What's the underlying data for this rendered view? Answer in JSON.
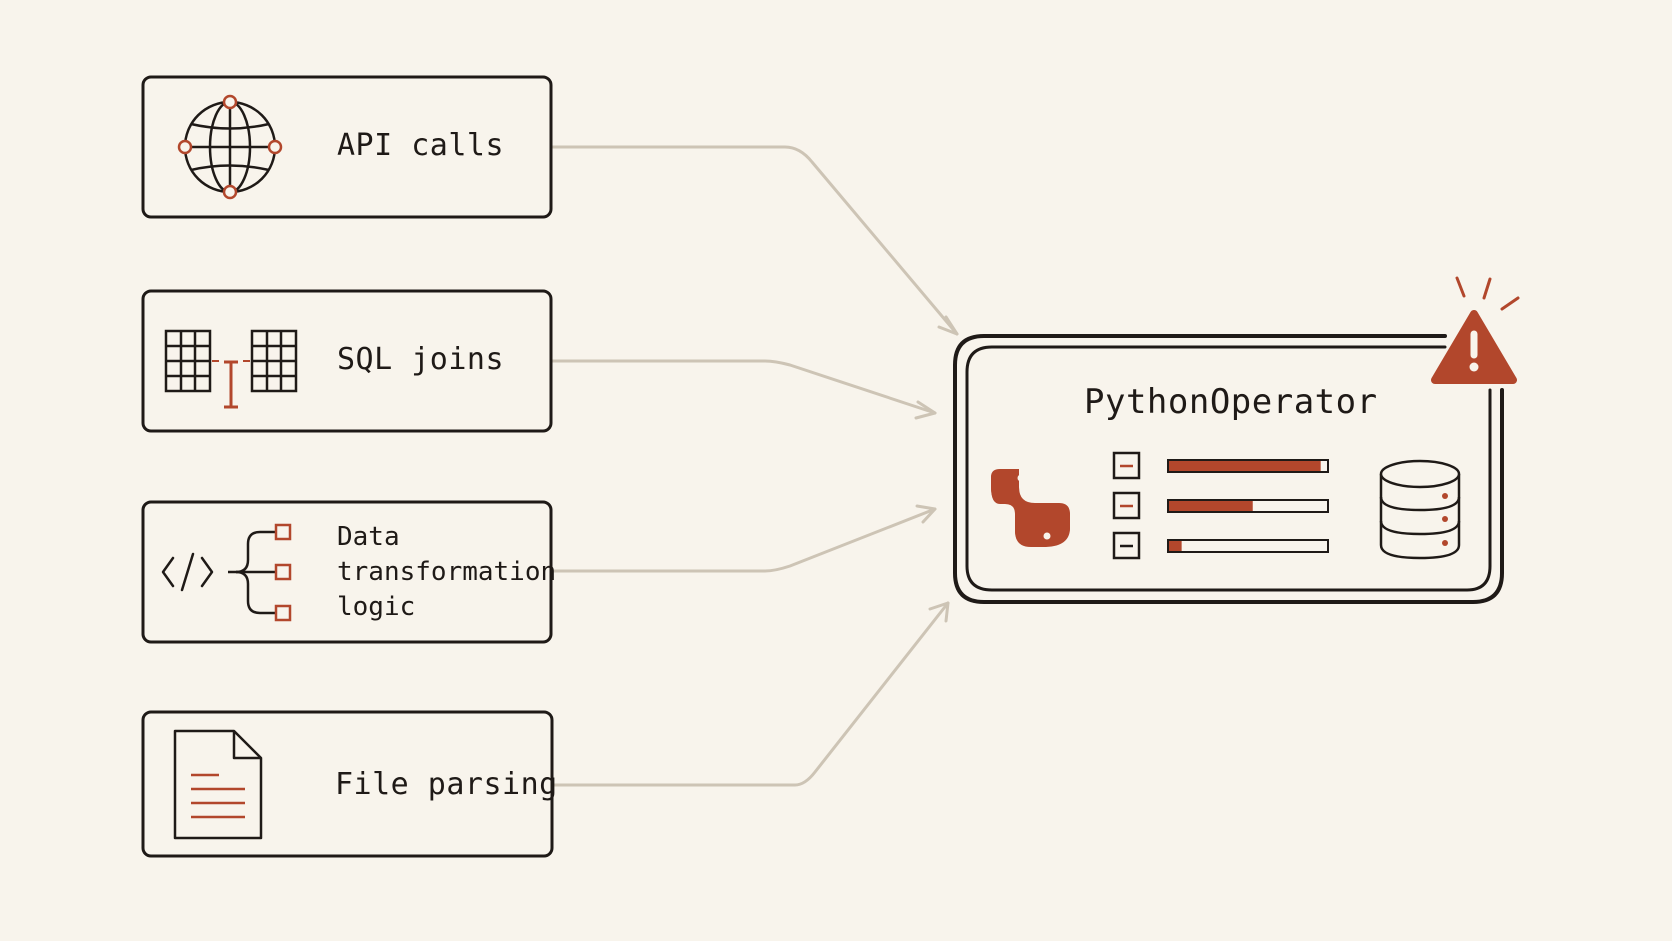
{
  "sources": [
    {
      "label": "API calls",
      "icon": "globe-icon"
    },
    {
      "label": "SQL joins",
      "icon": "table-join-icon"
    },
    {
      "label_lines": [
        "Data",
        "transformation",
        "logic"
      ],
      "icon": "code-branch-icon"
    },
    {
      "label": "File parsing",
      "icon": "document-icon"
    }
  ],
  "operator": {
    "title": "PythonOperator",
    "icons": [
      "python-logo-icon",
      "database-icon",
      "warning-icon"
    ],
    "tasks": [
      {
        "progress": 0.96
      },
      {
        "progress": 0.53
      },
      {
        "progress": 0.08
      }
    ]
  },
  "colors": {
    "background": "#f8f4ec",
    "ink": "#1f1a17",
    "accent": "#b2472c",
    "connector": "#cdc4b5"
  }
}
